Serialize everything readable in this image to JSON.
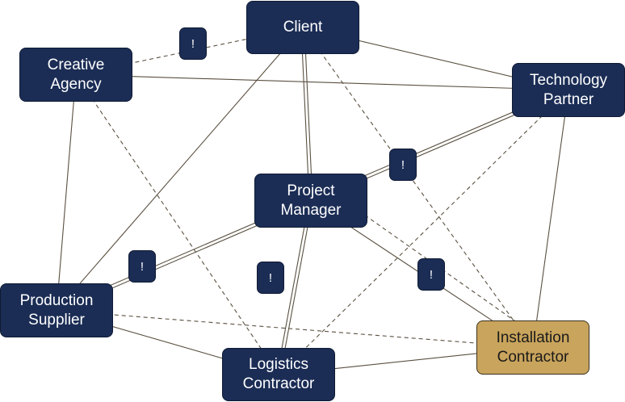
{
  "diagram": {
    "nodes": [
      {
        "id": "client",
        "label": "Client",
        "highlight": false
      },
      {
        "id": "creative-agency",
        "label": "Creative\nAgency",
        "highlight": false
      },
      {
        "id": "technology-partner",
        "label": "Technology\nPartner",
        "highlight": false
      },
      {
        "id": "project-manager",
        "label": "Project\nManager",
        "highlight": false
      },
      {
        "id": "production-supplier",
        "label": "Production\nSupplier",
        "highlight": false
      },
      {
        "id": "installation-contractor",
        "label": "Installation\nContractor",
        "highlight": true
      },
      {
        "id": "logistics-contractor",
        "label": "Logistics\nContractor",
        "highlight": false
      }
    ],
    "edges": [
      {
        "from": "client",
        "to": "technology-partner",
        "style": "solid"
      },
      {
        "from": "client",
        "to": "project-manager",
        "style": "double"
      },
      {
        "from": "client",
        "to": "production-supplier",
        "style": "solid"
      },
      {
        "from": "client",
        "to": "installation-contractor",
        "style": "dashed"
      },
      {
        "from": "client",
        "to": "creative-agency",
        "style": "dashed",
        "flagged": true
      },
      {
        "from": "creative-agency",
        "to": "technology-partner",
        "style": "solid"
      },
      {
        "from": "creative-agency",
        "to": "production-supplier",
        "style": "solid"
      },
      {
        "from": "creative-agency",
        "to": "logistics-contractor",
        "style": "dashed"
      },
      {
        "from": "technology-partner",
        "to": "project-manager",
        "style": "double",
        "flagged": true
      },
      {
        "from": "technology-partner",
        "to": "installation-contractor",
        "style": "solid"
      },
      {
        "from": "technology-partner",
        "to": "logistics-contractor",
        "style": "dashed"
      },
      {
        "from": "project-manager",
        "to": "production-supplier",
        "style": "double",
        "flagged": true
      },
      {
        "from": "project-manager",
        "to": "logistics-contractor",
        "style": "double",
        "flagged": true
      },
      {
        "from": "project-manager",
        "to": "installation-contractor",
        "style": "solid",
        "flagged": true
      },
      {
        "from": "project-manager",
        "to": "installation-contractor",
        "style": "dashed"
      },
      {
        "from": "production-supplier",
        "to": "logistics-contractor",
        "style": "solid"
      },
      {
        "from": "production-supplier",
        "to": "installation-contractor",
        "style": "dashed"
      },
      {
        "from": "logistics-contractor",
        "to": "installation-contractor",
        "style": "solid"
      }
    ],
    "badge_label": "!"
  },
  "colors": {
    "node_fill": "#1b2d55",
    "node_text": "#ffffff",
    "highlight_fill": "#c9a45c",
    "highlight_text": "#1a1a1a",
    "edge": "#5a5040"
  }
}
